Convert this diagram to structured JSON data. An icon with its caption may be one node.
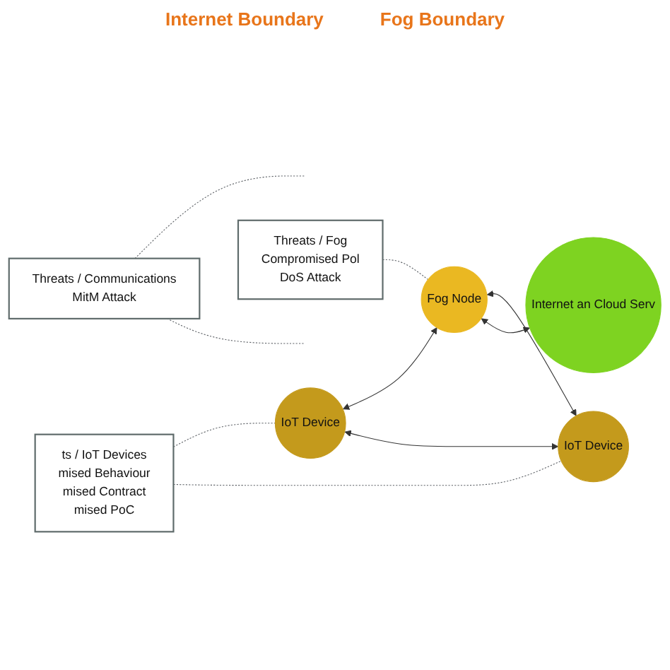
{
  "diagram": {
    "nodes": [
      {
        "text": [
          "Threats / Communications",
          "MitM Attack"
        ]
      },
      {
        "text": [
          "IoT Device"
        ]
      },
      {
        "text": [
          "Fog Node"
        ]
      },
      {
        "text": [
          "Internet an Cloud Serv"
        ]
      },
      {
        "text": [
          "IoT Device"
        ]
      },
      {
        "text": [
          "ts / IoT Devices",
          "mised Behaviour",
          "mised Contract",
          "mised PoC"
        ]
      },
      {
        "text": [
          "Threats / Fog",
          "Compromised Pol",
          "DoS Attack"
        ]
      }
    ],
    "edges": [
      {
        "from": 1,
        "to": 2,
        "arrow": "both"
      },
      {
        "from": 1,
        "to": 4,
        "arrow": "both"
      },
      {
        "from": 2,
        "to": 4,
        "arrow": "both"
      },
      {
        "from": 2,
        "to": 3,
        "arrow": "both"
      },
      {
        "from": 0,
        "to": null,
        "arrow": "none",
        "style": "dashed",
        "color": "#5f6368"
      },
      {
        "from": 0,
        "to": null,
        "arrow": "none",
        "style": "dashed",
        "color": "#5f6368"
      },
      {
        "from": 5,
        "to": 1,
        "arrow": "none",
        "style": "dashed",
        "color": "#5f6368"
      },
      {
        "from": 5,
        "to": 4,
        "arrow": "none",
        "style": "dashed",
        "color": "#5f6368"
      },
      {
        "from": 6,
        "to": 2,
        "arrow": "none",
        "style": "dashed",
        "color": "#5f6368"
      }
    ],
    "labels": [
      "Internet Boundary",
      "Fog Boundary"
    ]
  }
}
